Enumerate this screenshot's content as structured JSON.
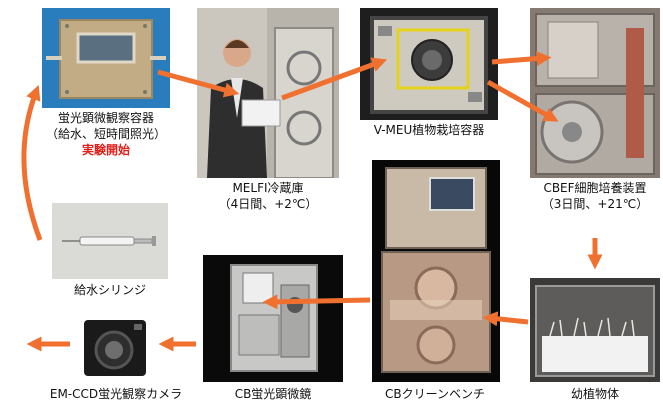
{
  "nodes": {
    "observation_container": {
      "line1": "蛍光顕微観察容器",
      "line2": "（給水、短時間照光）",
      "line3": "実験開始"
    },
    "melfi": {
      "line1": "MELFI冷蔵庫",
      "line2": "（4日間、+2℃）"
    },
    "vmeu": {
      "line1": "V-MEU植物栽培容器"
    },
    "cbef": {
      "line1": "CBEF細胞培養装置",
      "line2": "（3日間、+21℃）"
    },
    "syringe": {
      "line1": "給水シリンジ"
    },
    "seedling": {
      "line1": "幼植物体"
    },
    "clean_bench": {
      "line1": "CBクリーンベンチ"
    },
    "microscope": {
      "line1": "CB蛍光顕微鏡"
    },
    "camera": {
      "line1": "EM-CCD蛍光観察カメラ"
    }
  },
  "colors": {
    "arrow": "#f07030",
    "start_text": "#e0201a"
  }
}
